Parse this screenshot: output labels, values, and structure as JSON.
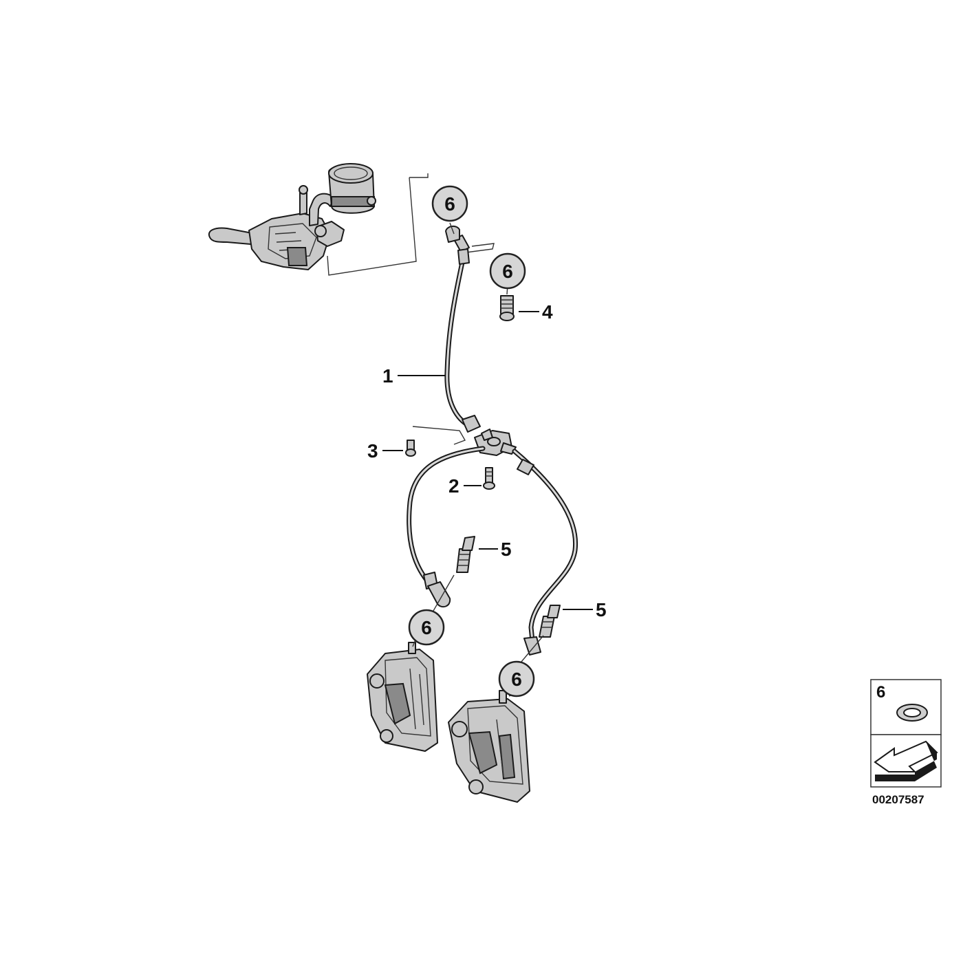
{
  "callouts": {
    "hose_main": "1",
    "bolt_junction": "2",
    "bolt_small": "3",
    "banjo_bolt_top": "4",
    "bleed_valve_left": "5",
    "bleed_valve_right": "5",
    "washer_top_1": "6",
    "washer_top_2": "6",
    "washer_left_caliper": "6",
    "washer_right_caliper": "6"
  },
  "legend": {
    "item_number": "6"
  },
  "diagram_id": "00207587"
}
